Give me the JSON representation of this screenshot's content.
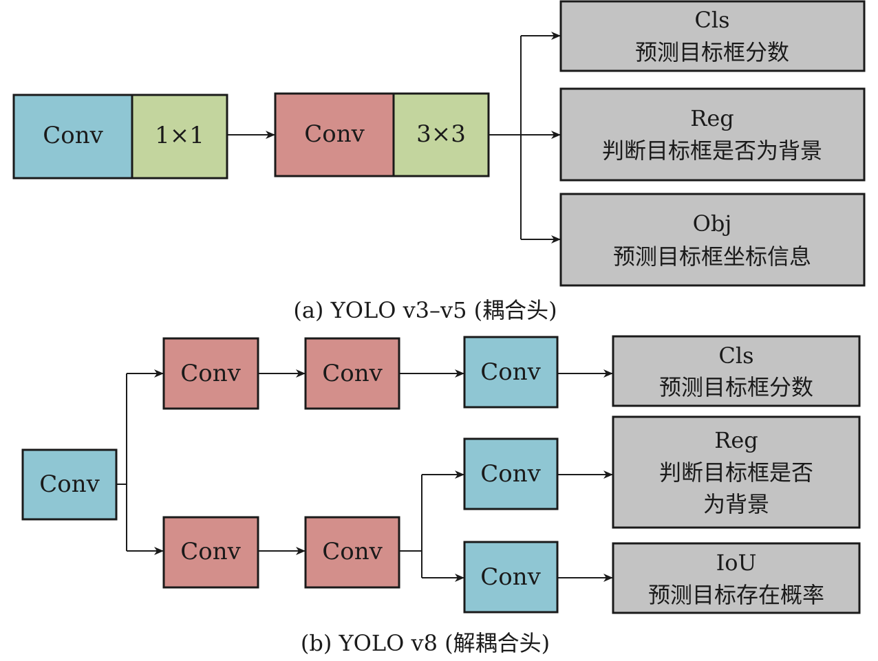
{
  "part_a": {
    "caption": "(a) YOLO v3–v5 (耦合头)",
    "block1": {
      "conv_label": "Conv",
      "kernel_label": "1×1"
    },
    "block2": {
      "conv_label": "Conv",
      "kernel_label": "3×3"
    },
    "outputs": [
      {
        "name": "Cls",
        "desc_lines": [
          "预测目标框分数"
        ]
      },
      {
        "name": "Reg",
        "desc_lines": [
          "判断目标框是否为背景"
        ]
      },
      {
        "name": "Obj",
        "desc_lines": [
          "预测目标框坐标信息"
        ]
      }
    ]
  },
  "part_b": {
    "caption": "(b) YOLO v8 (解耦合头)",
    "input_conv": "Conv",
    "top_branch": [
      "Conv",
      "Conv",
      "Conv"
    ],
    "bottom_branch": [
      "Conv",
      "Conv"
    ],
    "split_convs": [
      "Conv",
      "Conv"
    ],
    "outputs": [
      {
        "name": "Cls",
        "desc_lines": [
          "预测目标框分数"
        ]
      },
      {
        "name": "Reg",
        "desc_lines": [
          "判断目标框是否",
          "为背景"
        ]
      },
      {
        "name": "IoU",
        "desc_lines": [
          "预测目标存在概率"
        ]
      }
    ]
  },
  "colors": {
    "conv_blue": "#8fc6d3",
    "conv_red": "#d38f8b",
    "kernel_green": "#c3d59e",
    "output_gray": "#c3c3c3"
  }
}
